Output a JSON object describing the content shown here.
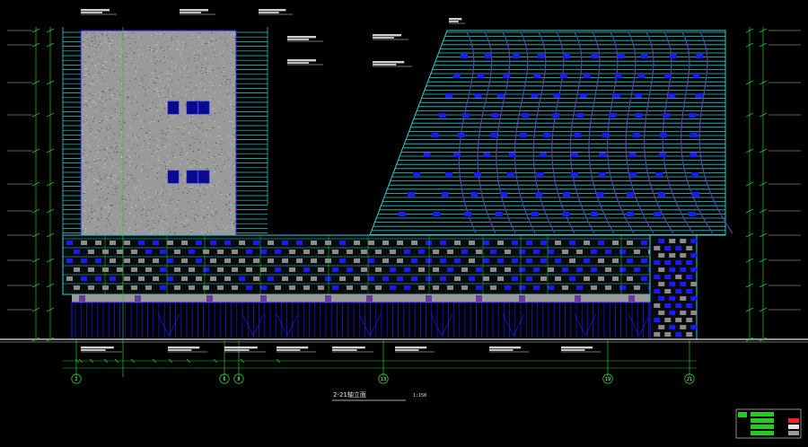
{
  "drawing": {
    "title": "2-21轴立面",
    "scale": "1:150",
    "axes": [
      {
        "label": "2"
      },
      {
        "label": "6"
      },
      {
        "label": "8"
      },
      {
        "label": "13"
      },
      {
        "label": "19"
      },
      {
        "label": "21"
      }
    ]
  },
  "colors": {
    "background": "#000000",
    "cyan": "#22d3d3",
    "green": "#22cc22",
    "blue": "#1a1aff",
    "navy": "#0a0a8c",
    "gray": "#9a9a9a",
    "white": "#e6e6e6",
    "red": "#ff2020",
    "purple": "#6a3aa0"
  },
  "icons": [
    "axis-bubble-icon",
    "elevation-marker-icon",
    "legend-swatch-icon"
  ]
}
